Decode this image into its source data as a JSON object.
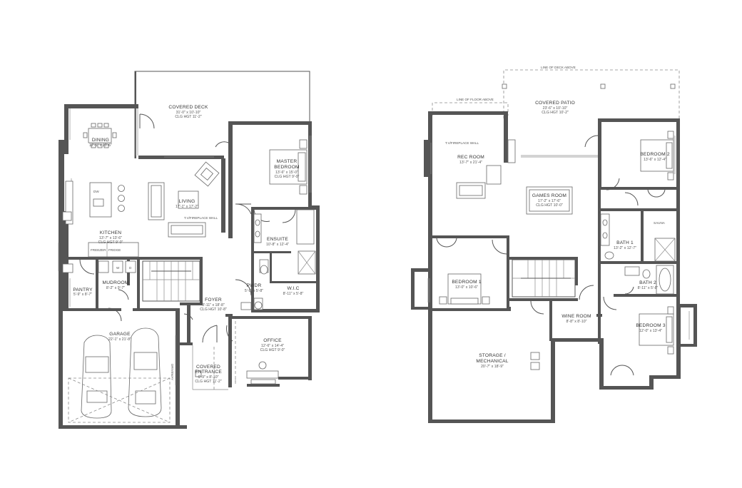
{
  "main_floor": {
    "rooms": [
      {
        "id": "covered-deck",
        "name": "COVERED DECK",
        "dims": "31'-0\" x 10'-10\"",
        "clg": "CLG HGT 11'-2\""
      },
      {
        "id": "dining",
        "name": "DINING",
        "dims": "12'-5\" x 13'-6\"",
        "clg": ""
      },
      {
        "id": "living",
        "name": "LIVING",
        "dims": "17'-1\" x 17'-2\"",
        "clg": ""
      },
      {
        "id": "master-bedroom",
        "name": "MASTER BEDROOM",
        "dims": "13'-6\" x 15'-0\"",
        "clg": "CLG HGT 9'-0\""
      },
      {
        "id": "kitchen",
        "name": "KITCHEN",
        "dims": "13'-7\" x 13'-6\"",
        "clg": "CLG HGT 9'-0\""
      },
      {
        "id": "ensuite",
        "name": "ENSUITE",
        "dims": "10'-8\" x 12'-4\"",
        "clg": ""
      },
      {
        "id": "mudroom",
        "name": "MUDROOM",
        "dims": "8'-2\" x 9'-7\"",
        "clg": ""
      },
      {
        "id": "pantry",
        "name": "PANTRY",
        "dims": "5'-9\" x 8'-7\"",
        "clg": ""
      },
      {
        "id": "pwdr",
        "name": "PWDR",
        "dims": "5'-9\" x 5'-8\"",
        "clg": ""
      },
      {
        "id": "wic",
        "name": "W.I.C",
        "dims": "8'-11\" x 5'-8\"",
        "clg": ""
      },
      {
        "id": "foyer",
        "name": "FOYER",
        "dims": "8'-11\" x 18'-8\"",
        "clg": "CLG HGT 10'-8\""
      },
      {
        "id": "garage",
        "name": "GARAGE",
        "dims": "22'-1\" x 21'-8\"",
        "clg": ""
      },
      {
        "id": "office",
        "name": "OFFICE",
        "dims": "12'-6\" x 14'-4\"",
        "clg": "CLG HGT 9'-0\""
      },
      {
        "id": "covered-entrance",
        "name": "COVERED ENTRANCE",
        "dims": "6'-9\" x 8'-10\"",
        "clg": "CLG HGT 11'-2\""
      }
    ],
    "notes": {
      "freezer": "FREEZER",
      "fridge": "FRIDGE",
      "dw": "DW",
      "washer": "W",
      "dryer": "D",
      "fireplace": "T.V/FIREPLACE WALL",
      "driveway": "DRIVEWAY"
    }
  },
  "lower_floor": {
    "rooms": [
      {
        "id": "covered-patio",
        "name": "COVERED PATIO",
        "dims": "23'-6\" x 10'-10\"",
        "clg": "CLG HGT 10'-2\""
      },
      {
        "id": "rec-room",
        "name": "REC ROOM",
        "dims": "13'-7\" x 21'-4\"",
        "clg": ""
      },
      {
        "id": "games-room",
        "name": "GAMES ROOM",
        "dims": "17'-2\" x 17'-6\"",
        "clg": "CLG HGT 10'-0\""
      },
      {
        "id": "bedroom-2",
        "name": "BEDROOM 2",
        "dims": "13'-6\" x 12'-4\"",
        "clg": ""
      },
      {
        "id": "bath-1",
        "name": "BATH 1",
        "dims": "13'-2\" x 12'-7\"",
        "clg": ""
      },
      {
        "id": "bedroom-1",
        "name": "BEDROOM 1",
        "dims": "13'-0\" x 10'-6\"",
        "clg": ""
      },
      {
        "id": "bath-2",
        "name": "BATH 2",
        "dims": "8'-11\" x 5'-8\"",
        "clg": ""
      },
      {
        "id": "wine-room",
        "name": "WINE ROOM",
        "dims": "8'-8\" x 8'-10\"",
        "clg": ""
      },
      {
        "id": "bedroom-3",
        "name": "BEDROOM 3",
        "dims": "12'-0\" x 13'-4\"",
        "clg": ""
      },
      {
        "id": "storage",
        "name": "STORAGE / MECHANICAL",
        "dims": "20'-7\" x 18'-9\"",
        "clg": ""
      }
    ],
    "notes": {
      "deck_above": "LINE OF DECK ABOVE",
      "floor_above": "LINE OF FLOOR ABOVE",
      "fireplace": "T.V/FIREPLACE WALL",
      "sauna": "SAUNA"
    }
  }
}
